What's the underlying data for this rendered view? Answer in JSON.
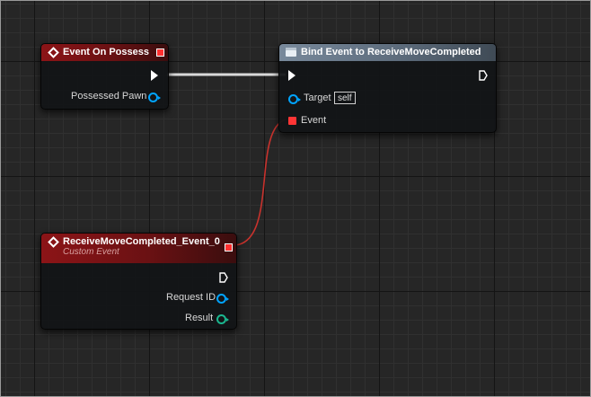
{
  "colors": {
    "exec_wire": "#d9d9d9",
    "delegate_wire": "#c8322d",
    "object_pin": "#00a4ff",
    "struct_pin": "#1ab78f",
    "delegate_pin": "#ff3535",
    "event_header": "#8c1417",
    "function_header": "#78899b"
  },
  "nodes": {
    "event_on_possess": {
      "title": "Event On Possess",
      "icon": "event-diamond-icon",
      "pins": {
        "possessed_pawn": "Possessed Pawn"
      }
    },
    "bind_event": {
      "title": "Bind Event to ReceiveMoveCompleted",
      "icon": "function-icon",
      "pins": {
        "target": "Target",
        "target_default": "self",
        "event": "Event"
      }
    },
    "custom_event": {
      "title": "ReceiveMoveCompleted_Event_0",
      "subtitle": "Custom Event",
      "icon": "event-diamond-icon",
      "pins": {
        "request_id": "Request ID",
        "result": "Result"
      }
    }
  }
}
